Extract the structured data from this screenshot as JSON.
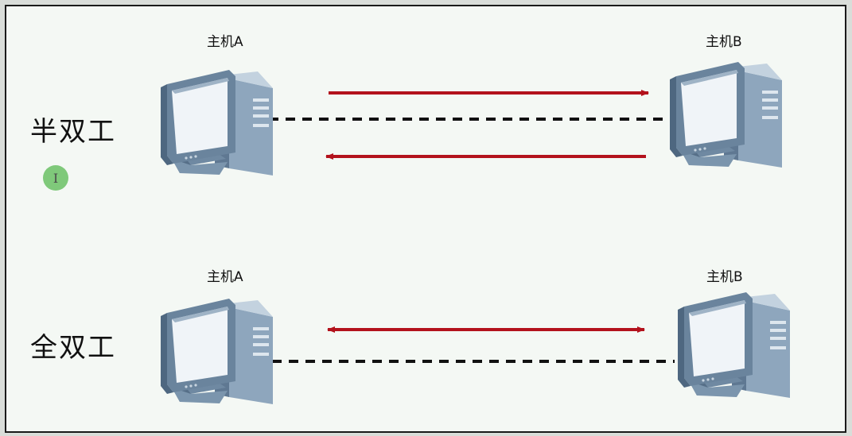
{
  "half_duplex": {
    "label": "半双工",
    "host_a": "主机A",
    "host_b": "主机B"
  },
  "full_duplex": {
    "label": "全双工",
    "host_a": "主机A",
    "host_b": "主机B"
  },
  "colors": {
    "arrow": "#b3121c",
    "link": "#111111",
    "frame_bg": "#f4f8f4"
  },
  "icons": {
    "computer": "desktop-computer-icon",
    "cursor": "text-cursor-icon"
  }
}
